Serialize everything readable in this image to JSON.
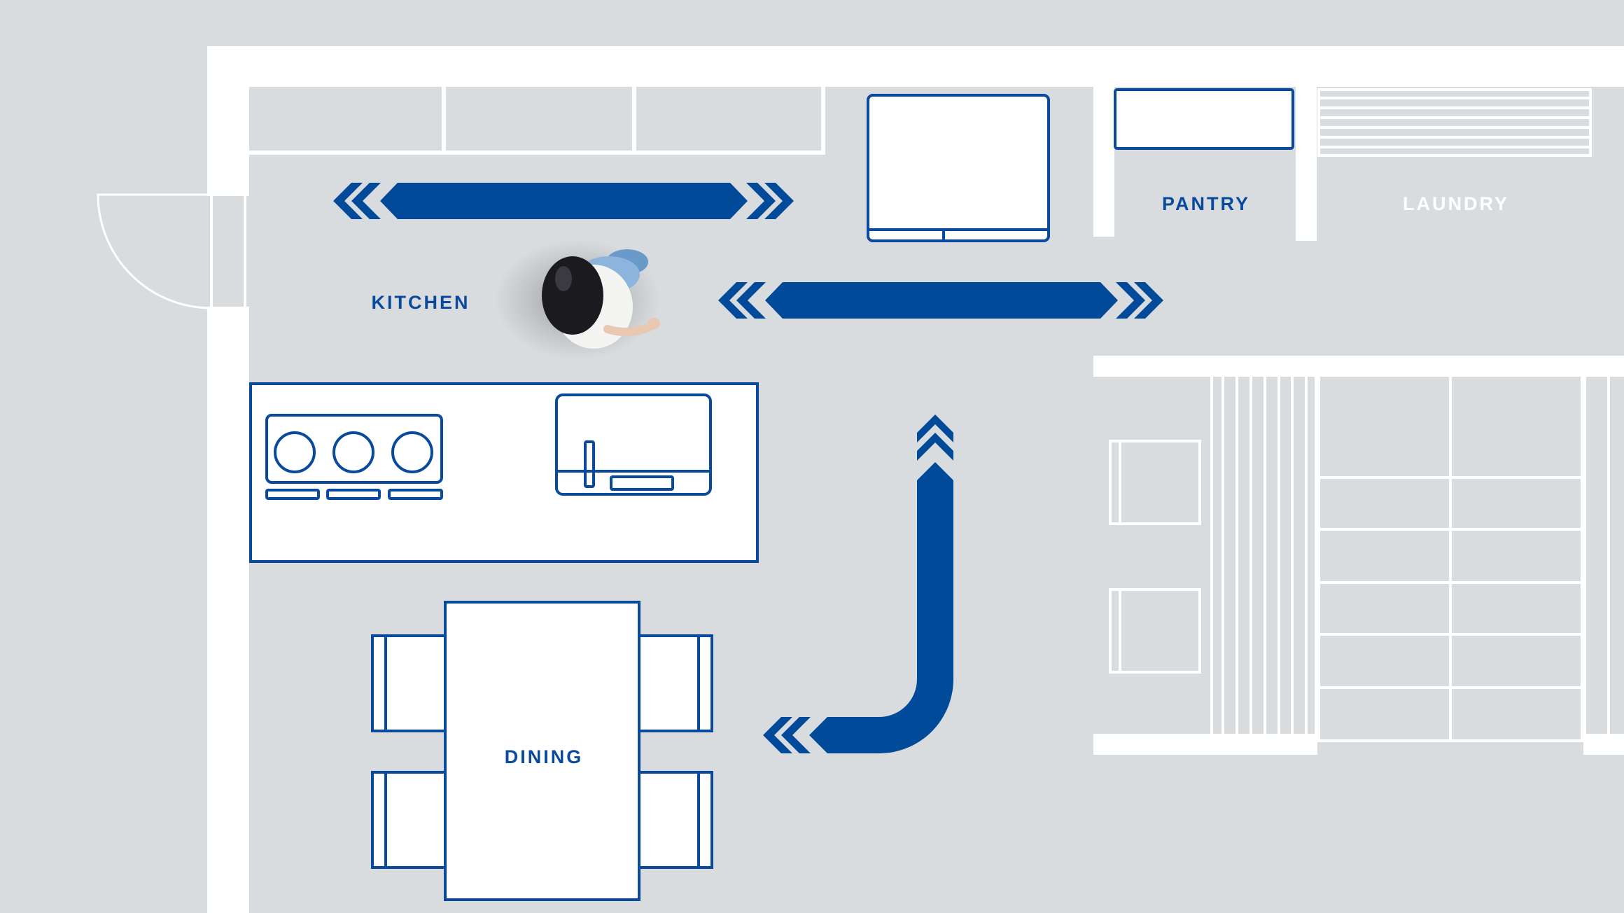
{
  "colors": {
    "background": "#d9dcde",
    "wall": "#ffffff",
    "fixture_outline": "#0a4a9c",
    "flow_arrow": "#004a99",
    "secondary_label": "#ffffff"
  },
  "rooms": {
    "kitchen": "KITCHEN",
    "pantry": "PANTRY",
    "laundry": "LAUNDRY",
    "dining": "DINING"
  },
  "icons": {
    "person": "person-top-view-icon",
    "flow": "double-chevron-arrow-icon"
  }
}
